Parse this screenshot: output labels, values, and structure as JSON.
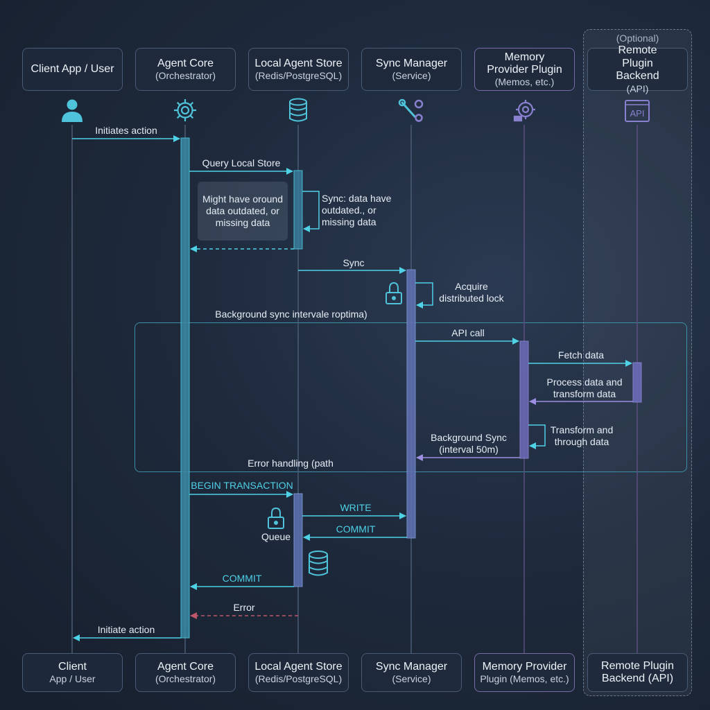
{
  "optional_label": "(Optional)",
  "participants_top": [
    {
      "id": "client",
      "line1": "Client App / User",
      "line2": ""
    },
    {
      "id": "core",
      "line1": "Agent Core",
      "line2": "(Orchestrator)"
    },
    {
      "id": "store",
      "line1": "Local Agent Store",
      "line2": "(Redis/PostgreSQL)"
    },
    {
      "id": "sync",
      "line1": "Sync Manager",
      "line2": "(Service)"
    },
    {
      "id": "memory",
      "line1": "Memory Provider Plugin",
      "line2": "(Memos, etc.)"
    },
    {
      "id": "remote",
      "line1": "Remote Plugin Backend",
      "line2": "(API)"
    }
  ],
  "participants_bottom": [
    {
      "id": "client",
      "line1": "Client",
      "line2": "App / User"
    },
    {
      "id": "core",
      "line1": "Agent Core",
      "line2": "(Orchestrator)"
    },
    {
      "id": "store",
      "line1": "Local Agent Store",
      "line2": "(Redis/PostgreSQL)"
    },
    {
      "id": "sync",
      "line1": "Sync Manager",
      "line2": "(Service)"
    },
    {
      "id": "memory",
      "line1": "Memory Provider",
      "line2": "Plugin (Memos, etc.)"
    },
    {
      "id": "remote",
      "line1": "Remote Plugin",
      "line2": "Backend (API)"
    }
  ],
  "icons": [
    "user-icon",
    "gear-icon",
    "database-icon",
    "tools-icon",
    "puzzle-gear-icon",
    "api-icon"
  ],
  "note_text": "Might have oround data outdated, or missing data",
  "loop_label": "Background sync intervale roptima)",
  "messages": {
    "initiates_action": "Initiates action",
    "query_local_store": "Query Local Store",
    "sync_self": "Sync: data have outdated., or missing data",
    "sync": "Sync",
    "acquire_lock": "Acquire distributed lock",
    "api_call": "API call",
    "fetch_data": "Fetch data",
    "process_data": "Process data and transform data",
    "transform_through": "Transform and through data",
    "background_sync": "Background Sync (interval 50m)",
    "error_handling": "Error handling (path",
    "begin_transaction": "BEGIN TRANSACTION",
    "write": "WRITE",
    "commit_sync": "COMMIT",
    "queue": "Queue",
    "commit_core": "COMMIT",
    "error": "Error",
    "initiate_action": "Initiate action"
  },
  "colors": {
    "arrow_cyan": "#4fd1e6",
    "activation_cyan": "#3aa8c9",
    "activation_purple": "#7f72c4",
    "error_dashed": "#c0566a",
    "lifeline": "#4a5c75"
  }
}
